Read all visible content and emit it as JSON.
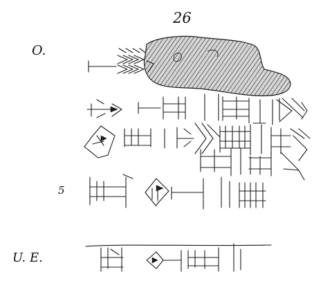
{
  "plate": {
    "number": "26",
    "side_obverse": "O.",
    "line_number": "5",
    "side_upper_edge": "U. E."
  },
  "colors": {
    "ink": "#1b1b1b",
    "paper": "#ffffff",
    "damage_fill": "#8f8f8f"
  },
  "icons": {
    "damaged_area": "hatched-damage-icon",
    "cuneiform_signs": "cuneiform-sign-icon"
  }
}
